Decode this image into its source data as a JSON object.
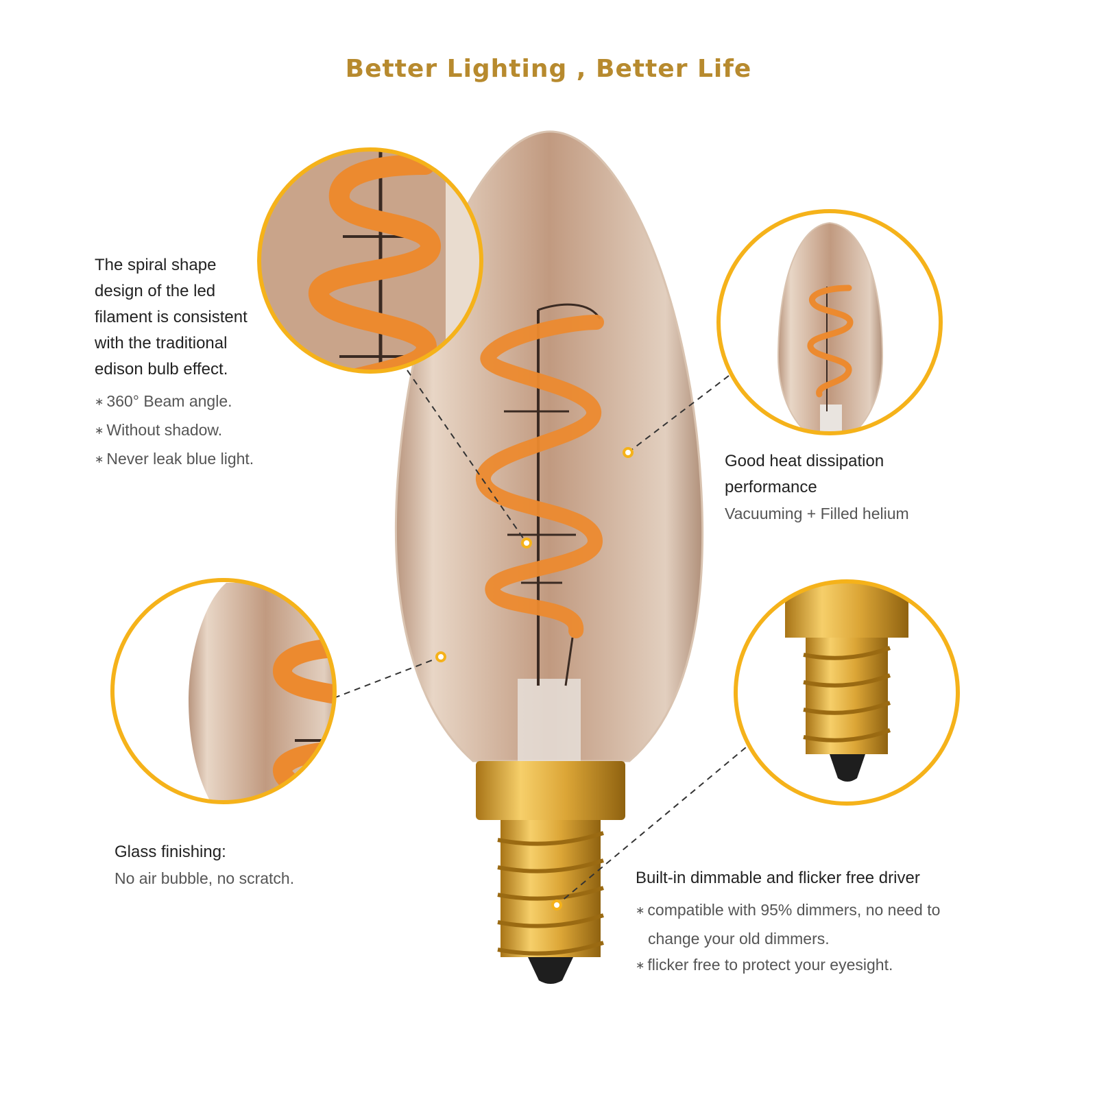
{
  "title": "Better Lighting , Better Life",
  "colors": {
    "accent_ring": "#f5b21a",
    "title_color": "#b78a2e",
    "glass": "#c9a389",
    "filament": "#e8872e",
    "brass": "#e0ac3c",
    "dot": "#f5b21a"
  },
  "features": {
    "spiral": {
      "heading": "The spiral shape design of the led filament is consistent with the traditional edison bulb effect.",
      "bullets": [
        "360° Beam angle.",
        "Without shadow.",
        "Never leak blue light."
      ]
    },
    "heat": {
      "heading": "Good heat dissipation performance",
      "detail": "Vacuuming + Filled helium"
    },
    "glass": {
      "heading": "Glass finishing:",
      "detail": "No air bubble, no scratch."
    },
    "driver": {
      "heading": "Built-in dimmable and flicker free driver",
      "bullets": [
        "compatible with 95% dimmers, no need to change  your old dimmers.",
        "flicker free to protect your eyesight."
      ]
    }
  }
}
